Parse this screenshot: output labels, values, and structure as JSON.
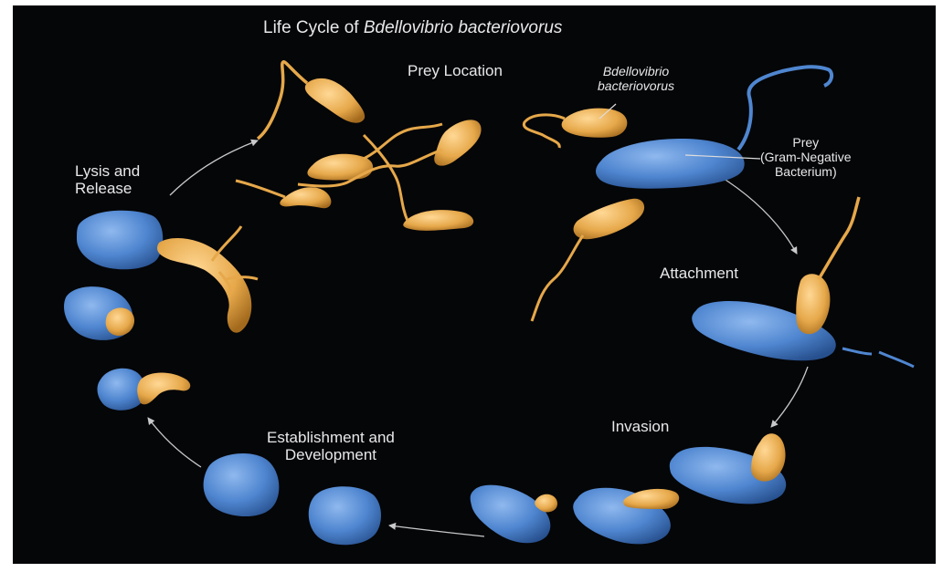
{
  "title": {
    "prefix": "Life Cycle of",
    "species": "Bdellovibrio bacteriovorus"
  },
  "stages": {
    "prey_location": "Prey Location",
    "attachment": "Attachment",
    "invasion": "Invasion",
    "establishment_line1": "Establishment and",
    "establishment_line2": "Development",
    "lysis_line1": "Lysis and",
    "lysis_line2": "Release"
  },
  "annotations": {
    "predator_line1": "Bdellovibrio",
    "predator_line2": "bacteriovorus",
    "prey_line1": "Prey",
    "prey_line2": "(Gram-Negative",
    "prey_line3": "Bacterium)"
  },
  "colors": {
    "background": "#050608",
    "predator": "#e6a84a",
    "prey": "#4f86d0",
    "text": "#e8e8ea",
    "arrow": "#c9c9cc"
  }
}
